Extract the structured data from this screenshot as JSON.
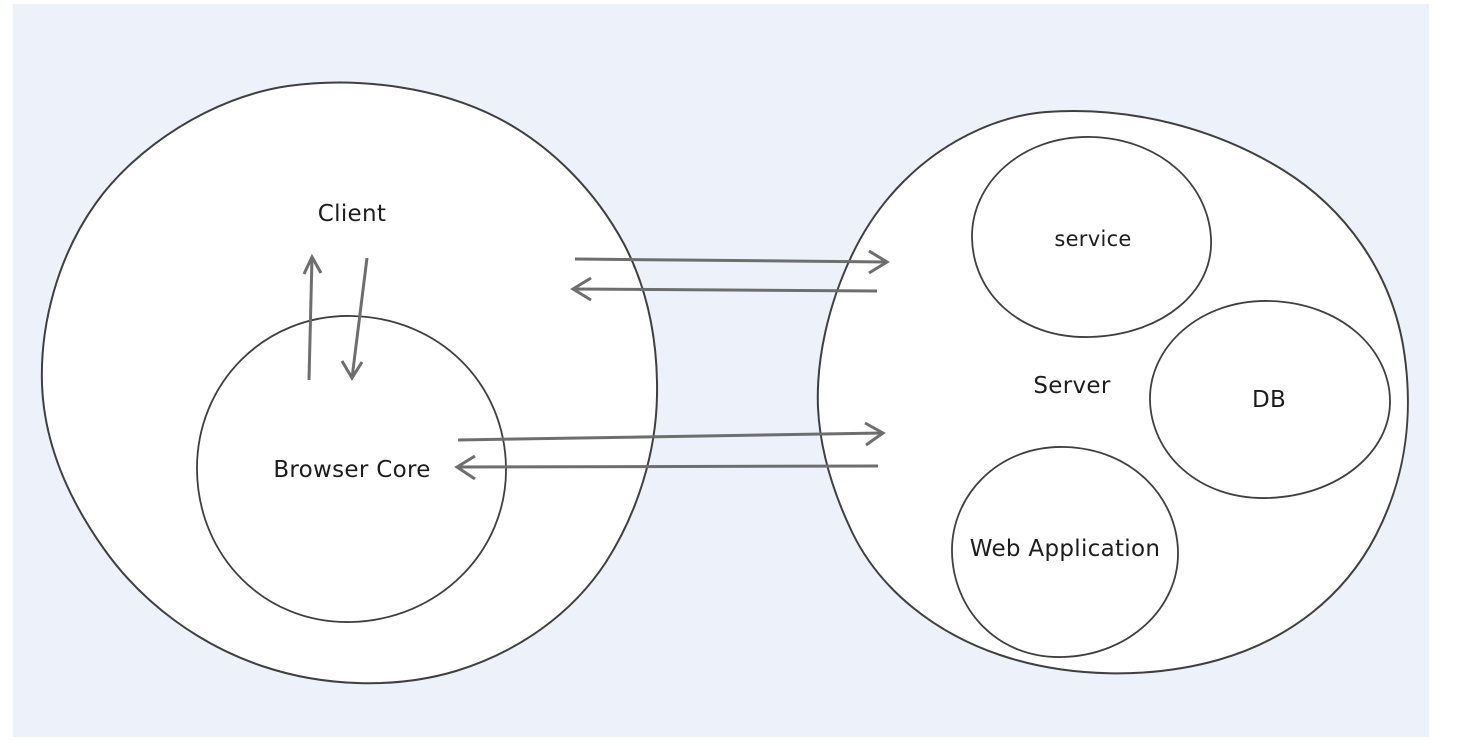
{
  "diagram": {
    "type": "hand-drawn architecture diagram",
    "groups": {
      "client": {
        "label": "Client"
      },
      "server": {
        "label": "Server"
      }
    },
    "nodes": {
      "browser_core": {
        "label": "Browser Core",
        "parent": "Client"
      },
      "service": {
        "label": "service",
        "parent": "Server"
      },
      "db": {
        "label": "DB",
        "parent": "Server"
      },
      "web_application": {
        "label": "Web Application",
        "parent": "Server"
      }
    },
    "edges": [
      {
        "from": "Browser Core",
        "to": "Client",
        "direction": "up"
      },
      {
        "from": "Client",
        "to": "Browser Core",
        "direction": "down"
      },
      {
        "from": "Client",
        "to": "Server",
        "direction": "right"
      },
      {
        "from": "Server",
        "to": "Client",
        "direction": "left"
      },
      {
        "from": "Browser Core",
        "to": "Server",
        "direction": "right"
      },
      {
        "from": "Server",
        "to": "Browser Core",
        "direction": "left"
      }
    ],
    "colors": {
      "page_background": "#ffffff",
      "board_background": "#edf2fa",
      "shape_fill": "#ffffff",
      "shape_stroke": "#3f3f3f",
      "arrow_color": "#6e6e6e",
      "text_color": "#1c1c1c"
    }
  }
}
